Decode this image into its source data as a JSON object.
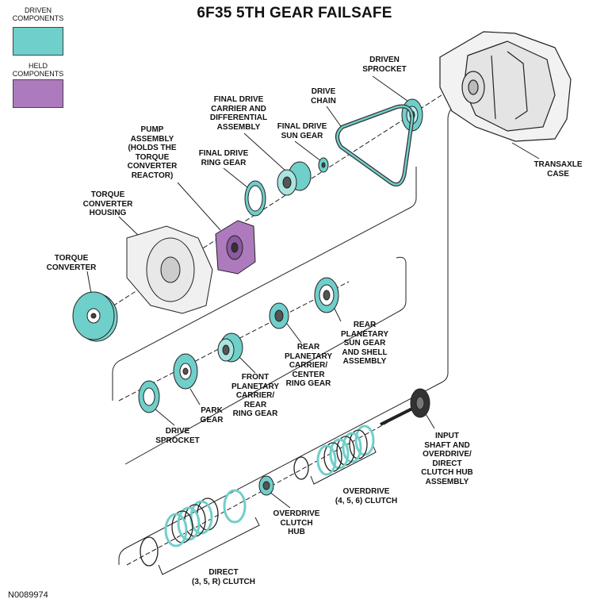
{
  "title": "6F35 5TH GEAR FAILSAFE",
  "legend": {
    "driven_label": "DRIVEN\nCOMPONENTS",
    "driven_color": "#6fcfca",
    "held_label": "HELD\nCOMPONENTS",
    "held_color": "#ad7bbd"
  },
  "labels": {
    "driven_sprocket": "DRIVEN\nSPROCKET",
    "drive_chain": "DRIVE\nCHAIN",
    "final_drive_carrier": "FINAL DRIVE\nCARRIER AND\nDIFFERENTIAL\nASSEMBLY",
    "final_drive_sun": "FINAL DRIVE\nSUN GEAR",
    "transaxle_case": "TRANSAXLE\nCASE",
    "pump_assembly": "PUMP\nASSEMBLY\n(HOLDS THE\nTORQUE\nCONVERTER\nREACTOR)",
    "final_drive_ring": "FINAL DRIVE\nRING GEAR",
    "tc_housing": "TORQUE\nCONVERTER\nHOUSING",
    "torque_converter": "TORQUE\nCONVERTER",
    "rear_planetary_sun": "REAR\nPLANETARY\nSUN GEAR\nAND SHELL\nASSEMBLY",
    "rear_planetary_carrier": "REAR\nPLANETARY\nCARRIER/\nCENTER\nRING GEAR",
    "front_planetary_carrier": "FRONT\nPLANETARY\nCARRIER/\nREAR\nRING GEAR",
    "park_gear": "PARK\nGEAR",
    "drive_sprocket": "DRIVE\nSPROCKET",
    "input_shaft": "INPUT\nSHAFT AND\nOVERDRIVE/\nDIRECT\nCLUTCH HUB\nASSEMBLY",
    "overdrive_clutch": "OVERDRIVE\n(4, 5, 6) CLUTCH",
    "overdrive_hub": "OVERDRIVE\nCLUTCH\nHUB",
    "direct_clutch": "DIRECT\n(3, 5, R) CLUTCH"
  },
  "figure_id": "N0089974"
}
